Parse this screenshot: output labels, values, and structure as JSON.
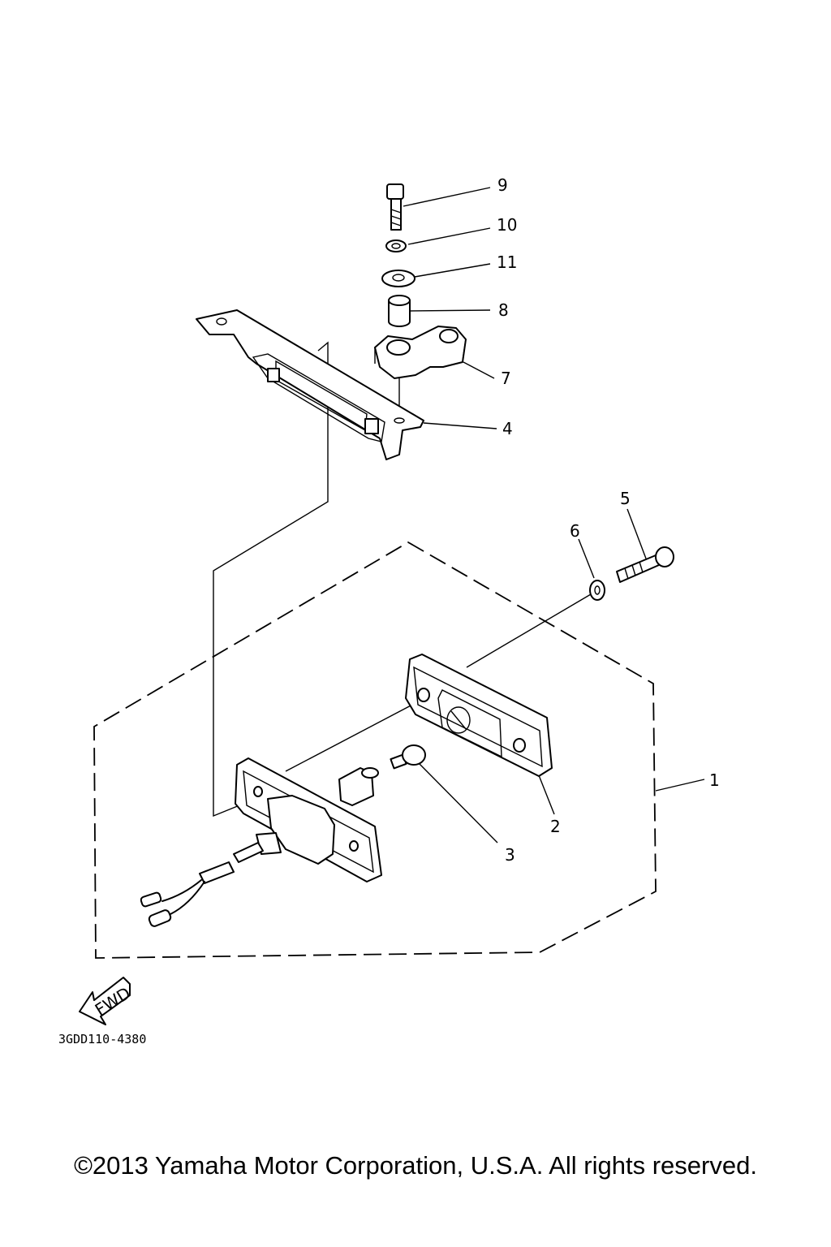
{
  "diagram": {
    "callouts": {
      "p1": "1",
      "p2": "2",
      "p3": "3",
      "p4": "4",
      "p5": "5",
      "p6": "6",
      "p7": "7",
      "p8": "8",
      "p9": "9",
      "p10": "10",
      "p11": "11"
    },
    "fwd_arrow": "FWD",
    "drawing_code": "3GDD110-4380"
  },
  "footer": {
    "copyright": "©2013 Yamaha Motor Corporation, U.S.A. All rights reserved."
  }
}
